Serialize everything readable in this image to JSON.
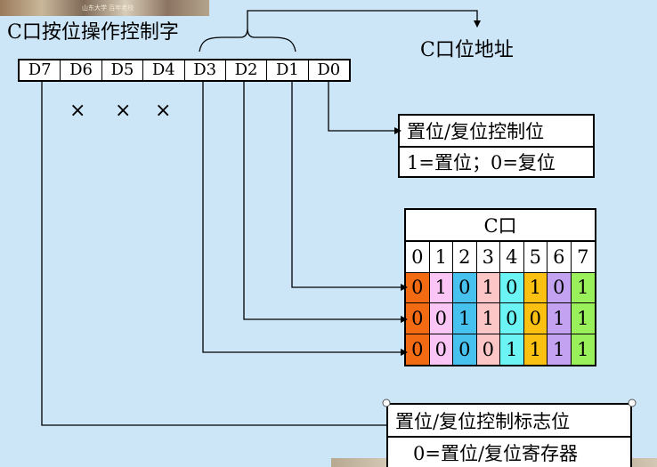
{
  "title": "C口按位操作控制字",
  "port_address_label": "C口位地址",
  "bits": [
    "D7",
    "D6",
    "D5",
    "D4",
    "D3",
    "D2",
    "D1",
    "D0"
  ],
  "dont_care_marks": [
    "×",
    "×",
    "×"
  ],
  "set_reset_bit_box": {
    "header": "置位/复位控制位",
    "value": "1=置位；0=复位"
  },
  "port_c_table": {
    "header": "C口",
    "columns": [
      "0",
      "1",
      "2",
      "3",
      "4",
      "5",
      "6",
      "7"
    ],
    "rows": [
      [
        "0",
        "1",
        "0",
        "1",
        "0",
        "1",
        "0",
        "1"
      ],
      [
        "0",
        "0",
        "1",
        "1",
        "0",
        "0",
        "1",
        "1"
      ],
      [
        "0",
        "0",
        "0",
        "0",
        "1",
        "1",
        "1",
        "1"
      ]
    ],
    "column_colors": [
      "#f26a12",
      "#fbc6f6",
      "#47c2ef",
      "#fcc6c6",
      "#6cf4f4",
      "#fac012",
      "#c4a2f2",
      "#9af05a"
    ]
  },
  "flag_box": {
    "header": "置位/复位控制标志位",
    "value": "0=置位/复位寄存器"
  },
  "corner_photo_caption": "山东大学 百年老校"
}
